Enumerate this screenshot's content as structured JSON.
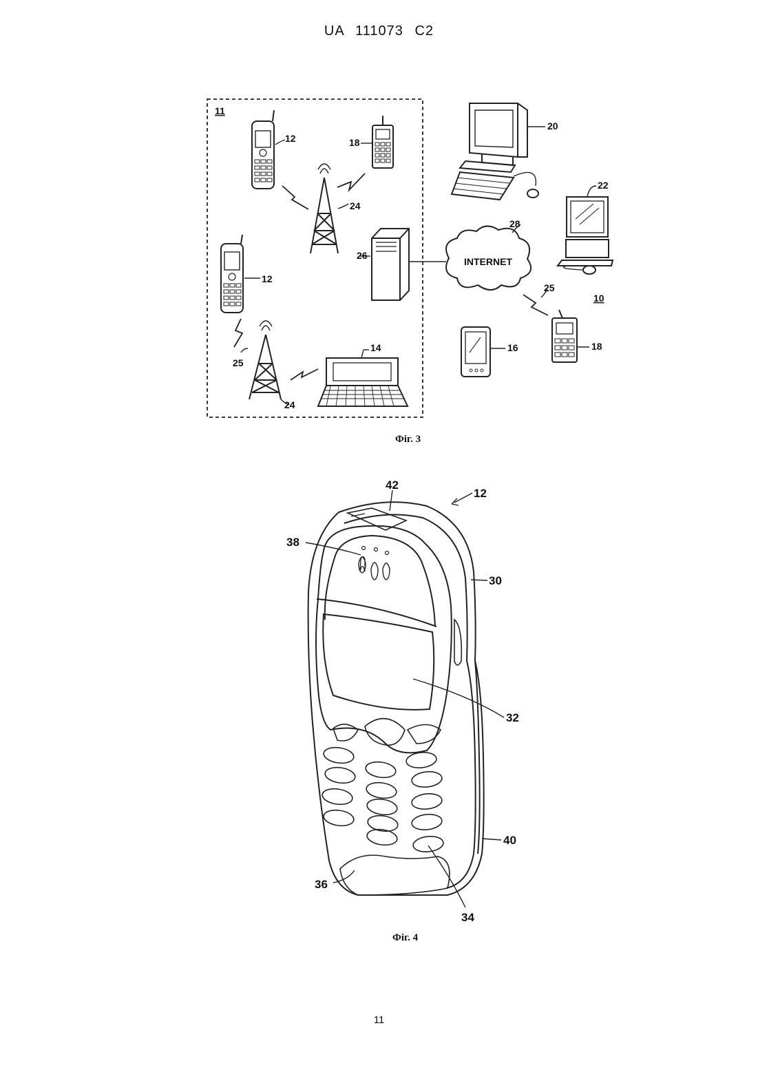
{
  "document": {
    "header": "UA 111073 C2",
    "page_number": "11"
  },
  "figure3": {
    "caption": "Фіг. 3",
    "labels": {
      "system": "10",
      "domain": "11",
      "mobile_phone": "12",
      "laptop": "14",
      "pda": "16",
      "cell_phone": "18",
      "desktop": "20",
      "computer": "22",
      "tower": "24",
      "wireless_link": "25",
      "server": "26",
      "internet_ref": "28",
      "internet_text": "INTERNET"
    }
  },
  "figure4": {
    "caption": "Фіг. 4",
    "labels": {
      "device": "12",
      "housing": "30",
      "display": "32",
      "keypad": "34",
      "bottom": "36",
      "indicators": "38",
      "side": "40",
      "top_button": "42"
    }
  }
}
